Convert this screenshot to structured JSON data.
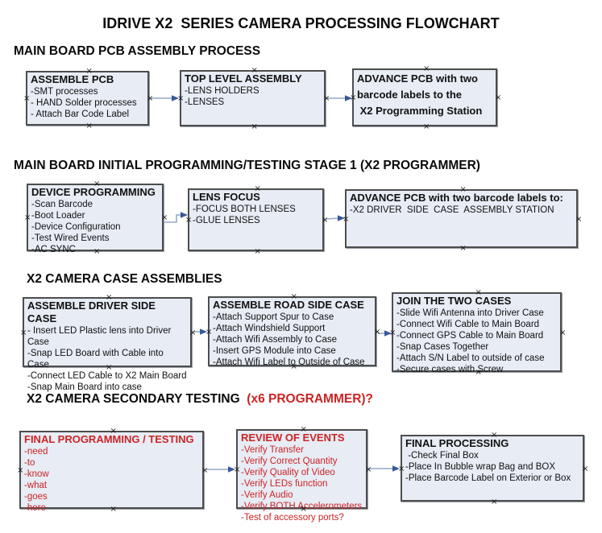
{
  "title": "IDRIVE X2  SERIES CAMERA PROCESSING FLOWCHART",
  "icons": {
    "selection_handle": "×"
  },
  "colors": {
    "accent_red": "#CC2424",
    "box_fill": "#E7ECF5",
    "box_border": "#4D4D4D",
    "arrow_line": "#94A8C7",
    "arrow_head": "#39589B"
  },
  "sections": [
    {
      "header": "MAIN BOARD PCB ASSEMBLY PROCESS",
      "boxes": [
        {
          "title": "ASSEMBLE PCB",
          "items": [
            "-SMT processes",
            "- HAND Solder processes",
            "- Attach Bar Code Label"
          ]
        },
        {
          "title": "TOP LEVEL ASSEMBLY",
          "items": [
            "-LENS HOLDERS",
            "-LENSES"
          ]
        },
        {
          "title": "",
          "items": [
            "ADVANCE PCB with two",
            "barcode labels to the",
            " X2 Programming Station"
          ]
        }
      ]
    },
    {
      "header": "MAIN BOARD INITIAL PROGRAMMING/TESTING STAGE 1 (X2 PROGRAMMER)",
      "boxes": [
        {
          "title": "DEVICE PROGRAMMING",
          "items": [
            "-Scan Barcode",
            "-Boot Loader",
            "-Device Configuration",
            "-Test Wired Events",
            "-AC SYNC"
          ]
        },
        {
          "title": "LENS FOCUS",
          "items": [
            "-FOCUS BOTH LENSES",
            "-GLUE LENSES"
          ]
        },
        {
          "title": "ADVANCE PCB with two barcode labels to:",
          "items": [
            "-X2 DRIVER  SIDE  CASE  ASSEMBLY STATION"
          ]
        }
      ]
    },
    {
      "header": "X2 CAMERA CASE ASSEMBLIES",
      "boxes": [
        {
          "title": "ASSEMBLE DRIVER SIDE CASE",
          "items": [
            "- Insert LED Plastic lens into Driver Case",
            "-Snap LED Board with Cable into Case",
            "-Connect LED Cable to X2 Main Board",
            "-Snap Main Board into case"
          ]
        },
        {
          "title": "ASSEMBLE ROAD SIDE CASE",
          "items": [
            "-Attach Support Spur to Case",
            "-Attach Windshield Support",
            "-Attach Wifi Assembly to Case",
            "-Insert GPS Module into Case",
            "-Attach Wifi Label to Outside of Case"
          ]
        },
        {
          "title": "JOIN THE TWO CASES",
          "items": [
            "-Slide Wifi Antenna into Driver Case",
            "-Connect Wifi Cable to Main Board",
            "-Connect GPS Cable to Main Board",
            "-Snap Cases Together",
            "-Attach S/N Label to outside of case",
            "-Secure cases with Screw"
          ]
        }
      ]
    },
    {
      "header": "X2 CAMERA SECONDARY TESTING  ",
      "header_red": "(x6 PROGRAMMER)?",
      "boxes": [
        {
          "title": "FINAL PROGRAMMING / TESTING",
          "items": [
            "-need",
            "-to",
            "-know",
            "-what",
            "-goes",
            "-here"
          ]
        },
        {
          "title": "REVIEW OF EVENTS",
          "items": [
            "-Verify Transfer",
            "-Verify Correct Quantity",
            "-Verify Quality of Video",
            "-Verify LEDs function",
            "-Verify Audio",
            "-Verify BOTH Accelerometers",
            "-Test of accessory ports?"
          ]
        },
        {
          "title": "FINAL PROCESSING",
          "items": [
            " -Check Final Box",
            "-Place In Bubble wrap Bag and BOX",
            "-Place Barcode Label on Exterior or Box"
          ]
        }
      ]
    }
  ]
}
